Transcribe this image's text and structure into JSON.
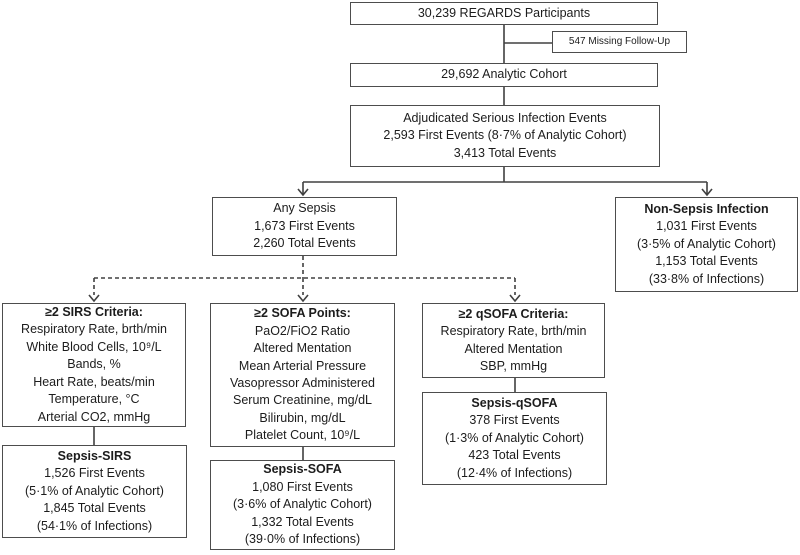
{
  "figure": {
    "type": "flowchart",
    "description": "REGARDS sepsis cohort flow diagram"
  },
  "colors": {
    "box_border": "#4d4d4d",
    "connector_line": "#404040",
    "text": "#1c1c1c",
    "background": "#ffffff"
  },
  "boxes": {
    "participants": {
      "lines": [
        "30,239 REGARDS Participants"
      ]
    },
    "missing_followup": {
      "lines": [
        "547 Missing Follow-Up"
      ]
    },
    "analytic_cohort": {
      "lines": [
        "29,692 Analytic Cohort"
      ]
    },
    "adjudicated_events": {
      "lines": [
        "Adjudicated Serious Infection Events",
        "2,593 First Events (8·7% of Analytic Cohort)",
        "3,413 Total Events"
      ]
    },
    "any_sepsis": {
      "lines": [
        "Any Sepsis",
        "1,673 First Events",
        "2,260 Total Events"
      ]
    },
    "non_sepsis_infection": {
      "title": "Non-Sepsis Infection",
      "lines": [
        "1,031 First Events",
        "(3·5% of Analytic Cohort)",
        "1,153 Total Events",
        "(33·8% of Infections)"
      ]
    },
    "sirs_criteria": {
      "title": "≥2 SIRS Criteria:",
      "lines": [
        "Respiratory Rate, brth/min",
        "White Blood Cells, 10⁹/L",
        "Bands, %",
        "Heart Rate, beats/min",
        "Temperature, °C",
        "Arterial CO2, mmHg"
      ]
    },
    "sofa_points": {
      "title": "≥2 SOFA Points:",
      "lines": [
        "PaO2/FiO2 Ratio",
        "Altered Mentation",
        "Mean Arterial Pressure",
        "Vasopressor Administered",
        "Serum Creatinine, mg/dL",
        "Bilirubin, mg/dL",
        "Platelet Count, 10⁹/L"
      ]
    },
    "qsofa_criteria": {
      "title": "≥2 qSOFA Criteria:",
      "lines": [
        "Respiratory Rate, brth/min",
        "Altered Mentation",
        "SBP, mmHg"
      ]
    },
    "sepsis_sirs": {
      "title": "Sepsis-SIRS",
      "lines": [
        "1,526 First Events",
        "(5·1% of Analytic Cohort)",
        "1,845 Total Events",
        "(54·1% of Infections)"
      ]
    },
    "sepsis_sofa": {
      "title": "Sepsis-SOFA",
      "lines": [
        "1,080 First Events",
        "(3·6% of Analytic Cohort)",
        "1,332 Total Events",
        "(39·0% of Infections)"
      ]
    },
    "sepsis_qsofa": {
      "title": "Sepsis-qSOFA",
      "lines": [
        "378 First Events",
        "(1·3% of Analytic Cohort)",
        "423 Total Events",
        "(12·4% of Infections)"
      ]
    }
  }
}
